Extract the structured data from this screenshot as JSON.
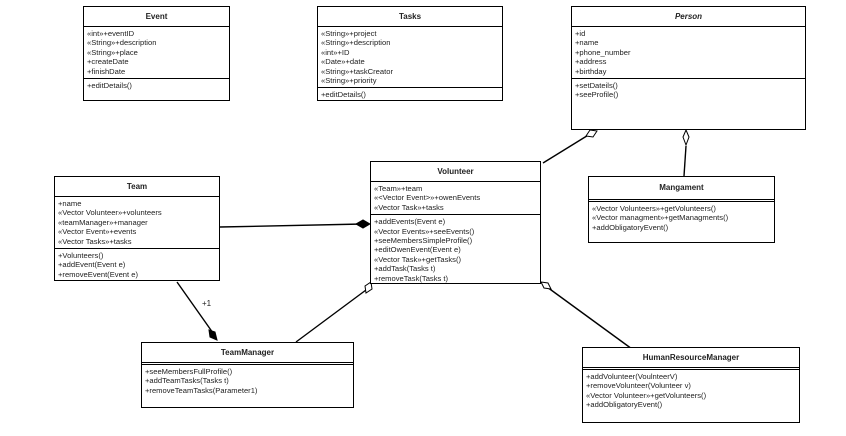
{
  "classes": {
    "event": {
      "name": "Event",
      "attributes": [
        "«int»+eventID",
        "«String»+description",
        "«String»+place",
        "+createDate",
        "+finishDate"
      ],
      "operations": [
        "+editDetails()"
      ]
    },
    "tasks": {
      "name": "Tasks",
      "attributes": [
        "«String»+project",
        "«String»+description",
        "«int»+ID",
        "«Date»+date",
        "«String»+taskCreator",
        "«String»+priority"
      ],
      "operations": [
        "+editDetails()"
      ]
    },
    "person": {
      "name": "Person",
      "attributes": [
        "+id",
        "+name",
        "+phone_number",
        "+address",
        "+birthday"
      ],
      "operations": [
        "+setDateils()",
        "+seeProfile()"
      ]
    },
    "team": {
      "name": "Team",
      "attributes": [
        "+name",
        "«Vector Volunteer»+volunteers",
        "«teamManager»+manager",
        "«Vector Event»+events",
        "«Vector Tasks»+tasks"
      ],
      "operations": [
        "+Volunteers()",
        "+addEvent(Event e)",
        "+removeEvent(Event e)"
      ]
    },
    "volunteer": {
      "name": "Volunteer",
      "attributes": [
        "«Team»+team",
        "«<Vector Event>»+owenEvents",
        "«Vector Task»+tasks"
      ],
      "operations": [
        "+addEvents(Event e)",
        "«Vector Events»+seeEvents()",
        "+seeMembersSimpleProfile()",
        "+editOwenEvent(Event e)",
        "«Vector Task»+getTasks()",
        "+addTask(Tasks t)",
        "+removeTask(Tasks t)"
      ]
    },
    "mangament": {
      "name": "Mangament",
      "attributes": [],
      "operations": [
        "«Vector Volunteers»+getVolunteers()",
        "«Vector managment»+getManagments()",
        "+addObligatoryEvent()"
      ]
    },
    "teamManager": {
      "name": "TeamManager",
      "operations": [
        "+seeMembersFullProfile()",
        "+addTeamTasks(Tasks t)",
        "+removeTeamTasks(Parameter1)"
      ]
    },
    "humanResourceManager": {
      "name": "HumanResourceManager",
      "operations": [
        "+addVolunteer(VoulnteerV)",
        "+removeVolunteer(Volunteer v)",
        "«Vector Volunteer»+getVolunteers()",
        "+addObligatoryEvent()"
      ]
    }
  },
  "multiplicities": {
    "team_to_manager": "+1"
  }
}
